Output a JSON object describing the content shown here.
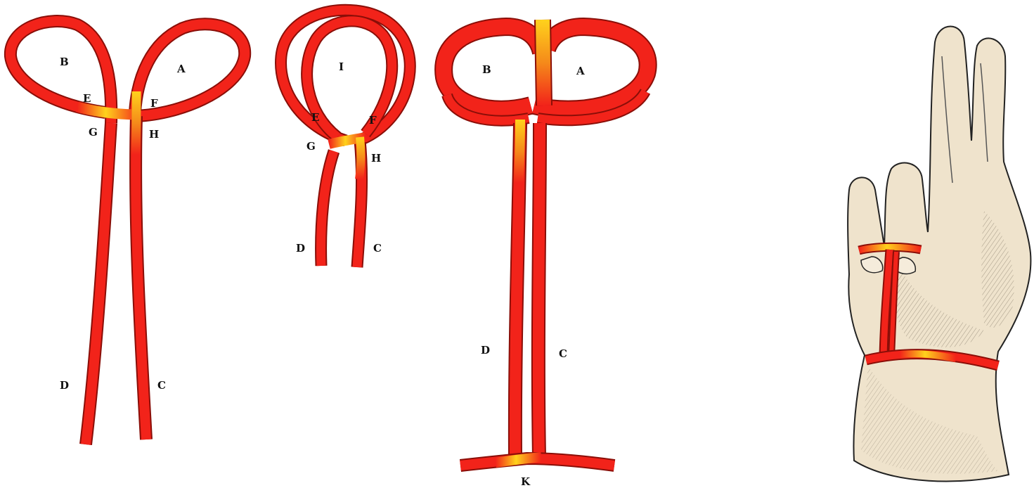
{
  "colors": {
    "ribbon_red": "#f2231a",
    "ribbon_edge": "#8a0e08",
    "ribbon_highlight": "#ffd21c",
    "skin": "#efe3cc",
    "skin_shade": "#b9ab93",
    "ink": "#111111"
  },
  "figure1": {
    "label_b": "B",
    "label_a": "A",
    "label_e": "E",
    "label_f": "F",
    "label_g": "G",
    "label_h": "H",
    "label_d": "D",
    "label_c": "C"
  },
  "figure2": {
    "label_i": "I",
    "label_e": "E",
    "label_f": "F",
    "label_g": "G",
    "label_h": "H",
    "label_d": "D",
    "label_c": "C"
  },
  "figure3": {
    "label_b": "B",
    "label_a": "A",
    "label_d": "D",
    "label_c": "C",
    "label_k": "K"
  },
  "figure4": {
    "icon": "hand-with-ribbon-icon"
  }
}
